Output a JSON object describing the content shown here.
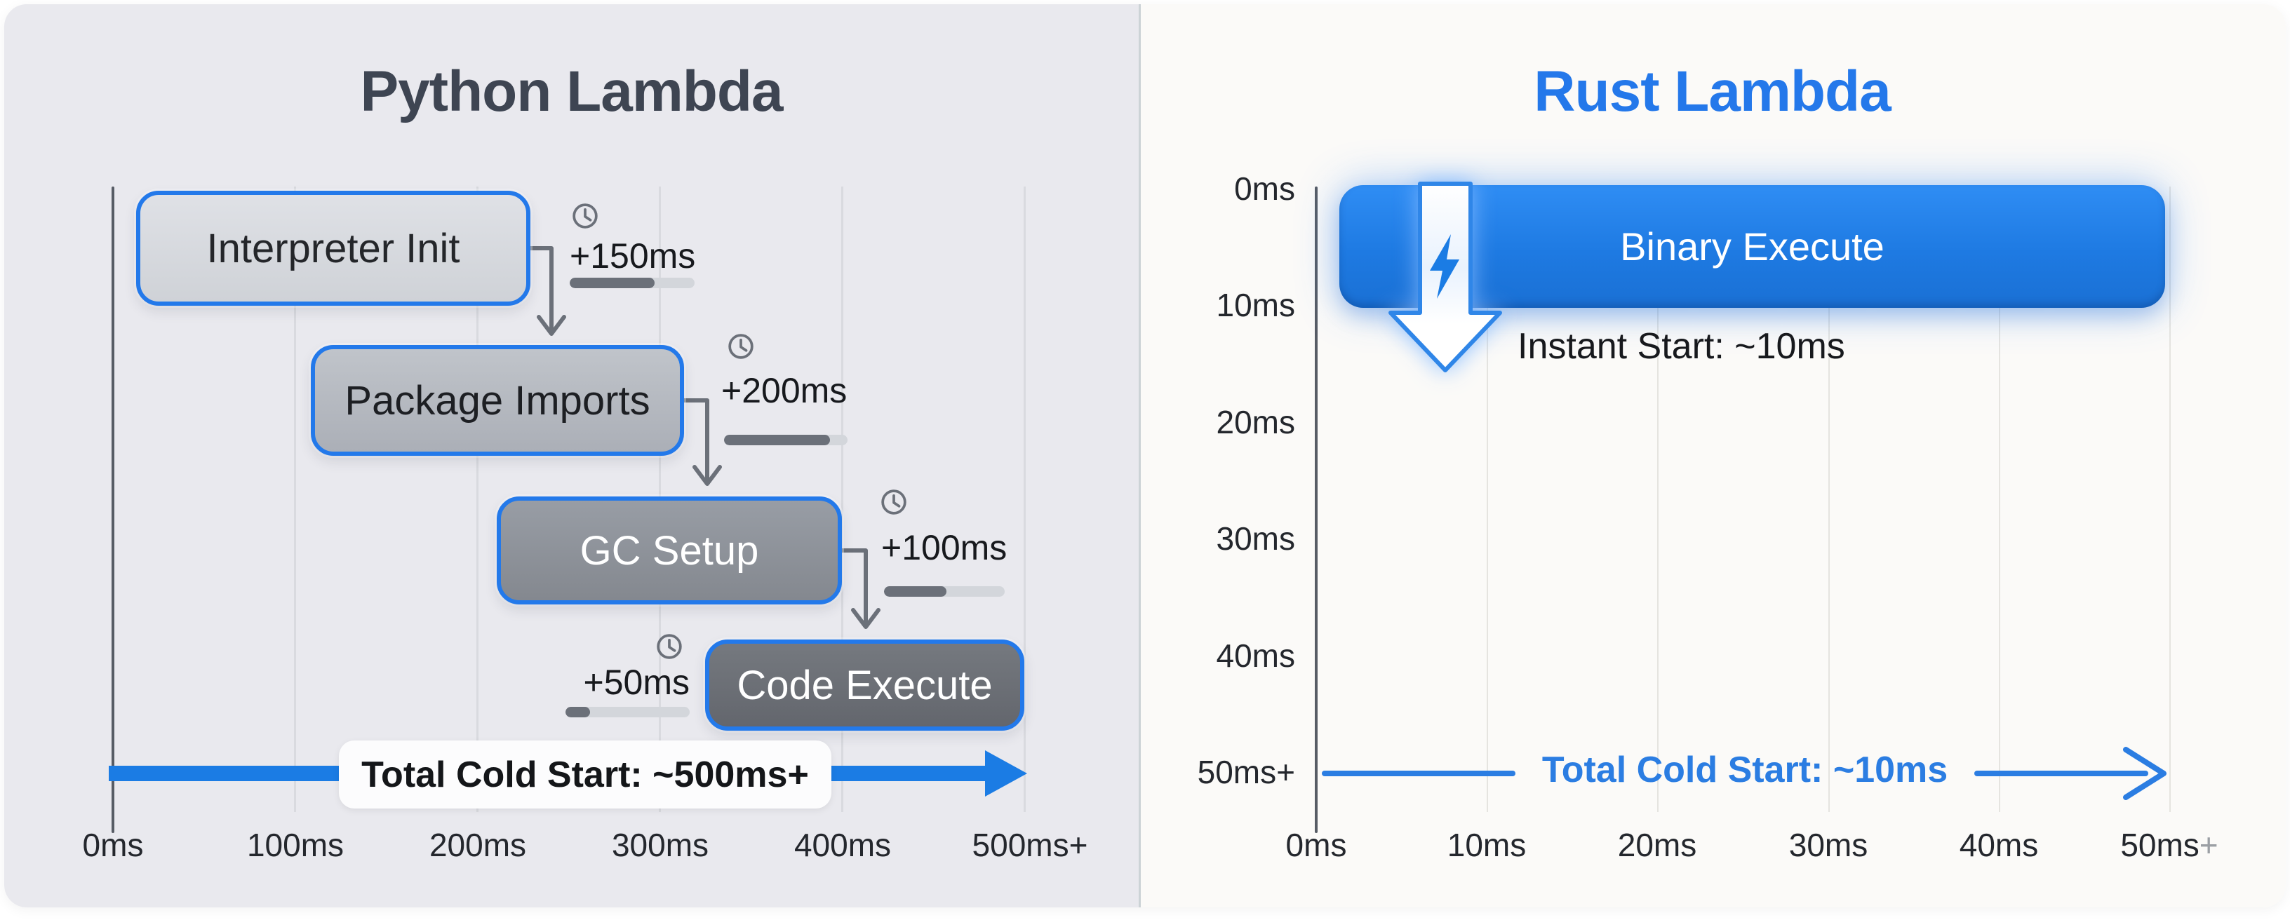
{
  "python_panel": {
    "title": "Python Lambda",
    "steps": [
      {
        "label": "Interpreter Init",
        "delta": "+150ms",
        "progress_pct": 68
      },
      {
        "label": "Package Imports",
        "delta": "+200ms",
        "progress_pct": 86
      },
      {
        "label": "GC Setup",
        "delta": "+100ms",
        "progress_pct": 52
      },
      {
        "label": "Code Execute",
        "delta": "+50ms",
        "progress_pct": 20
      }
    ],
    "total_label": "Total Cold Start: ~500ms+",
    "x_axis_labels": [
      "0ms",
      "100ms",
      "200ms",
      "300ms",
      "400ms",
      "500ms+"
    ]
  },
  "rust_panel": {
    "title": "Rust Lambda",
    "bar_label": "Binary Execute",
    "annotation": "Instant Start: ~10ms",
    "total_label": "Total Cold Start: ~10ms",
    "y_axis_labels": [
      "0ms",
      "10ms",
      "20ms",
      "30ms",
      "40ms",
      "50ms+"
    ],
    "x_axis_labels": [
      "0ms",
      "10ms",
      "20ms",
      "30ms",
      "40ms"
    ],
    "x_axis_last": {
      "main": "50ms",
      "suffix": "+"
    }
  },
  "icons": {
    "clock": "🕓",
    "lightning": "⚡",
    "down_arrow": "⬇",
    "flow_arrow": "→"
  },
  "colors": {
    "accent_blue": "#1b7ce4",
    "python_title": "#3e4552",
    "rust_title": "#2478ea",
    "box_border": "#2379ea",
    "connector_gray": "#6b7079",
    "panel_left_bg": "#e9e9ee",
    "panel_right_bg": "#fbfaf8",
    "box_fills": [
      "#d7d9de",
      "#b6bac1",
      "#8f939b",
      "#6c7077"
    ],
    "progress_track": "#d3d6db",
    "progress_fill": "#6b7079",
    "axis_line": "#575c65",
    "axis_plus_suffix_gray": "#9b9fa4"
  },
  "chart_data": [
    {
      "type": "bar",
      "variant": "waterfall-timeline",
      "title": "Python Lambda",
      "x_unit": "ms",
      "x_tick_labels": [
        "0ms",
        "100ms",
        "200ms",
        "300ms",
        "400ms",
        "500ms+"
      ],
      "x_ticks": [
        0,
        100,
        200,
        300,
        400,
        500
      ],
      "segments": [
        {
          "label": "Interpreter Init",
          "duration_ms": 150
        },
        {
          "label": "Package Imports",
          "duration_ms": 200
        },
        {
          "label": "GC Setup",
          "duration_ms": 100
        },
        {
          "label": "Code Execute",
          "duration_ms": 50
        }
      ],
      "total_annotation": "Total Cold Start: ~500ms+",
      "grid": true,
      "legend": false
    },
    {
      "type": "bar",
      "variant": "single-bar-timeline",
      "title": "Rust Lambda",
      "x_unit": "ms",
      "x_tick_labels": [
        "0ms",
        "10ms",
        "20ms",
        "30ms",
        "40ms",
        "50ms+"
      ],
      "x_ticks": [
        0,
        10,
        20,
        30,
        40,
        50
      ],
      "y_tick_labels": [
        "0ms",
        "10ms",
        "20ms",
        "30ms",
        "40ms",
        "50ms+"
      ],
      "segments": [
        {
          "label": "Binary Execute",
          "duration_ms": 10
        }
      ],
      "annotation": "Instant Start: ~10ms",
      "total_annotation": "Total Cold Start: ~10ms",
      "grid": true,
      "legend": false
    }
  ]
}
